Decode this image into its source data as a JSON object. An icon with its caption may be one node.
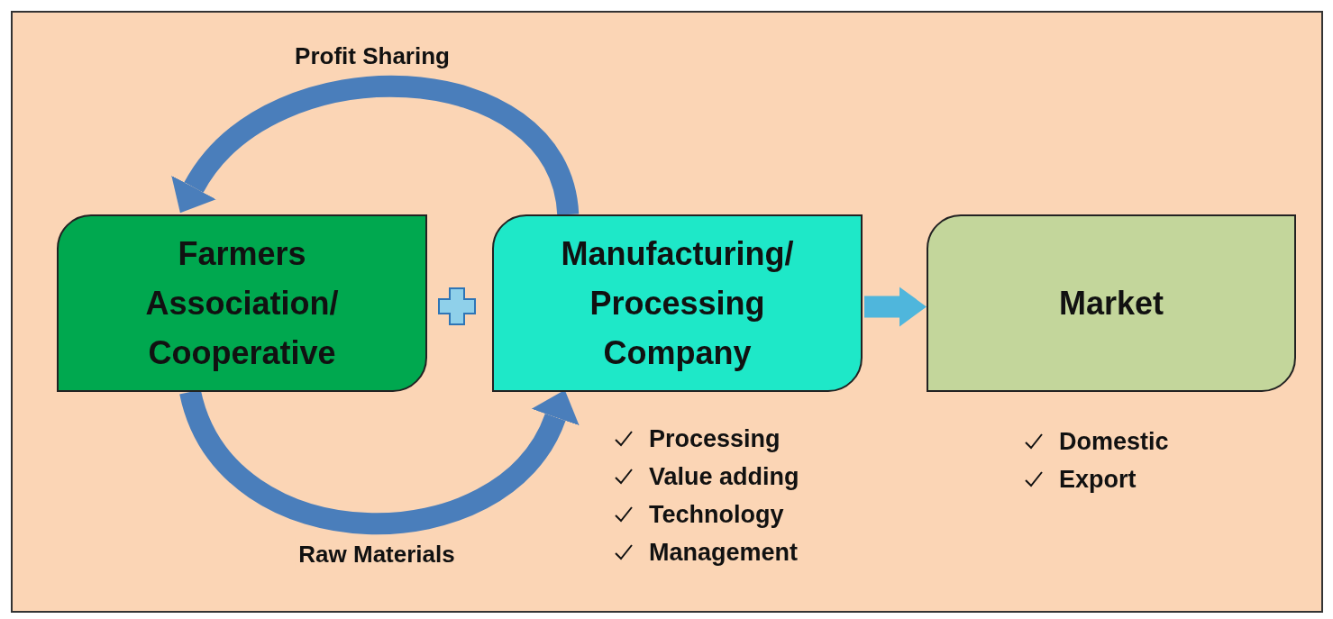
{
  "diagram": {
    "nodes": [
      {
        "text": [
          "Farmers Association/ Cooperative"
        ]
      },
      {
        "text": [
          "Manufacturing/ Processing Company"
        ],
        "beside": [
          "Processing",
          "Value adding",
          "Technology",
          "Management"
        ]
      },
      {
        "text": [
          "Market"
        ],
        "beside": [
          "Domestic",
          "Export"
        ]
      }
    ],
    "edges": [
      {
        "from": 1,
        "to": 0,
        "arrow": "to",
        "label": "Profit Sharing"
      },
      {
        "from": 0,
        "to": 1,
        "arrow": "to",
        "label": "Raw Materials"
      },
      {
        "from": 1,
        "to": 2,
        "arrow": "to",
        "color": "#4fb6dc"
      }
    ]
  }
}
